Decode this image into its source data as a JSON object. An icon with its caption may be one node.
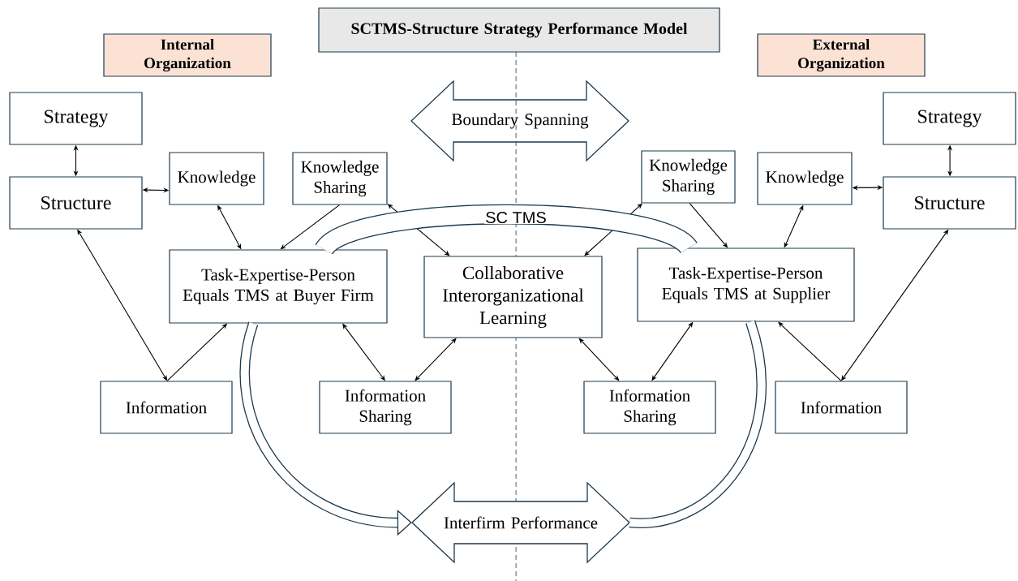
{
  "diagram": {
    "nodes": [
      {
        "text": [
          "SCTMS-Structure Strategy Performance Model"
        ]
      },
      {
        "text": [
          "Internal Organization"
        ]
      },
      {
        "text": [
          "External Organization"
        ]
      },
      {
        "text": [
          "Boundary Spanning"
        ]
      },
      {
        "text": [
          "Strategy"
        ]
      },
      {
        "text": [
          "Structure"
        ]
      },
      {
        "text": [
          "Knowledge"
        ]
      },
      {
        "text": [
          "Knowledge Sharing"
        ]
      },
      {
        "text": [
          "Task-Expertise-Person Equals TMS at Buyer Firm"
        ]
      },
      {
        "text": [
          "Collaborative Interorganizational Learning"
        ]
      },
      {
        "text": [
          "Knowledge Sharing"
        ]
      },
      {
        "text": [
          "Knowledge"
        ]
      },
      {
        "text": [
          "Strategy"
        ]
      },
      {
        "text": [
          "Structure"
        ]
      },
      {
        "text": [
          "Task-Expertise-Person Equals TMS at Supplier"
        ]
      },
      {
        "text": [
          "Information"
        ]
      },
      {
        "text": [
          "Information Sharing"
        ]
      },
      {
        "text": [
          "Information Sharing"
        ]
      },
      {
        "text": [
          "Information"
        ]
      },
      {
        "text": [
          "Interfirm Performance"
        ]
      }
    ],
    "edges": [
      {
        "from": 4,
        "to": 5,
        "arrow": "both"
      },
      {
        "from": 5,
        "to": 6,
        "arrow": "both"
      },
      {
        "from": 6,
        "to": 8,
        "arrow": "both"
      },
      {
        "from": 7,
        "to": 8,
        "arrow": "to"
      },
      {
        "from": 7,
        "to": 9,
        "arrow": "both"
      },
      {
        "from": 5,
        "to": 15,
        "arrow": "both"
      },
      {
        "from": 15,
        "to": 8,
        "arrow": "to"
      },
      {
        "from": 8,
        "to": 16,
        "arrow": "both"
      },
      {
        "from": 16,
        "to": 9,
        "arrow": "both"
      },
      {
        "from": 9,
        "to": 17,
        "arrow": "both"
      },
      {
        "from": 17,
        "to": 14,
        "arrow": "both"
      },
      {
        "from": 18,
        "to": 14,
        "arrow": "to"
      },
      {
        "from": 18,
        "to": 13,
        "arrow": "both"
      },
      {
        "from": 11,
        "to": 13,
        "arrow": "both"
      },
      {
        "from": 12,
        "to": 13,
        "arrow": "both"
      },
      {
        "from": 11,
        "to": 14,
        "arrow": "both"
      },
      {
        "from": 10,
        "to": 14,
        "arrow": "to"
      },
      {
        "from": 9,
        "to": 10,
        "arrow": "both"
      },
      {
        "from": 8,
        "to": 14,
        "arrow": "none",
        "label": "SC TMS",
        "style": "thick",
        "color": "#1f3a4d"
      },
      {
        "from": 8,
        "to": 19,
        "arrow": "to",
        "style": "thick",
        "color": "#1f3a4d"
      },
      {
        "from": 14,
        "to": 19,
        "arrow": "none",
        "style": "thick",
        "color": "#1f3a4d"
      }
    ]
  }
}
